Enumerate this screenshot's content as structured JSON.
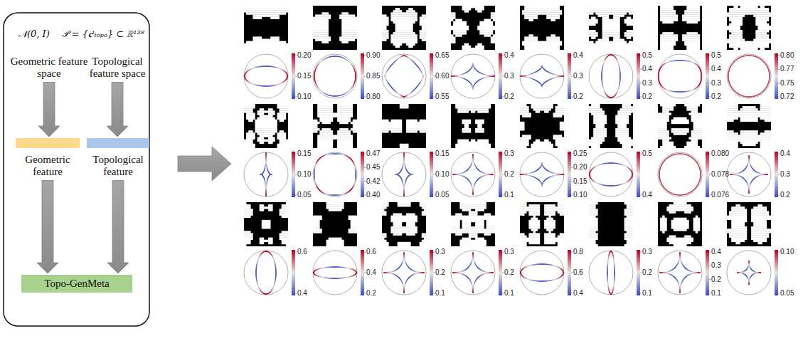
{
  "diagram": {
    "nodes": [
      {
        "text": [
          "Geometric feature space"
        ]
      },
      {
        "text": [
          "Topological feature space"
        ]
      },
      {
        "text": [
          "Geometric feature"
        ]
      },
      {
        "text": [
          "Topological feature"
        ]
      },
      {
        "text": [
          "Topo-GenMeta"
        ]
      }
    ],
    "edges": [
      {
        "from": 0,
        "to": 2,
        "arrow": "to"
      },
      {
        "from": 1,
        "to": 3,
        "arrow": "to"
      },
      {
        "from": 2,
        "to": 4,
        "arrow": "to"
      },
      {
        "from": 3,
        "to": 4,
        "arrow": "to"
      }
    ],
    "labels": [
      "𝒩(0, I)",
      "𝒫 = {𝐜ⁱₜₒₚₒ} ⊂ ℝ¹²⁸",
      "0.20",
      "0.15",
      "0.10",
      "0.90",
      "0.85",
      "0.80",
      "0.65",
      "0.60",
      "0.55",
      "0.4",
      "0.3",
      "0.2",
      "0.4",
      "0.3",
      "0.2",
      "0.5",
      "0.4",
      "0.3",
      "0.2",
      "0.5",
      "0.4",
      "0.3",
      "0.2",
      "0.80",
      "0.77",
      "0.75",
      "0.72",
      "0.15",
      "0.10",
      "0.05",
      "0.47",
      "0.45",
      "0.42",
      "0.40",
      "0.15",
      "0.10",
      "0.05",
      "0.3",
      "0.2",
      "0.1",
      "0.25",
      "0.20",
      "0.15",
      "0.10",
      "0.5",
      "0.4",
      "0.080",
      "0.078",
      "0.076",
      "0.4",
      "0.3",
      "0.2",
      "0.6",
      "0.4",
      "0.6",
      "0.4",
      "0.2",
      "0.3",
      "0.2",
      "0.1",
      "0.3",
      "0.2",
      "0.1",
      "0.8",
      "0.6",
      "0.4",
      "0.3",
      "0.2",
      "0.1",
      "0.4",
      "0.3",
      "0.2",
      "0.1",
      "0.10",
      "0.05"
    ]
  }
}
